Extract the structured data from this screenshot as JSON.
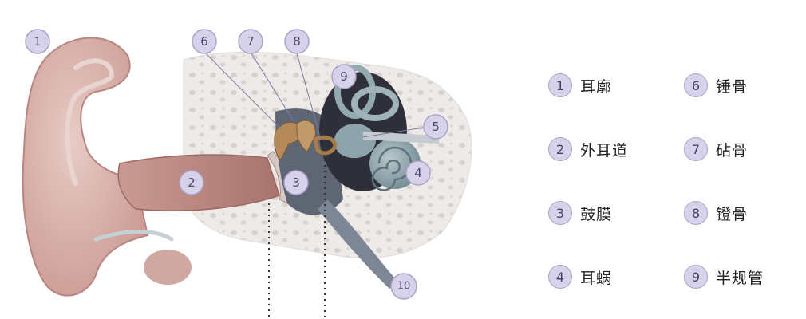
{
  "diagram": {
    "markers": [
      {
        "num": "1"
      },
      {
        "num": "2"
      },
      {
        "num": "3"
      },
      {
        "num": "4"
      },
      {
        "num": "5"
      },
      {
        "num": "6"
      },
      {
        "num": "7"
      },
      {
        "num": "8"
      },
      {
        "num": "9"
      },
      {
        "num": "10"
      }
    ]
  },
  "legend": {
    "items": [
      {
        "num": "1",
        "label": "耳廓"
      },
      {
        "num": "2",
        "label": "外耳道"
      },
      {
        "num": "3",
        "label": "鼓膜"
      },
      {
        "num": "4",
        "label": "耳蜗"
      },
      {
        "num": "6",
        "label": "锤骨"
      },
      {
        "num": "7",
        "label": "砧骨"
      },
      {
        "num": "8",
        "label": "镫骨"
      },
      {
        "num": "9",
        "label": "半规管"
      }
    ]
  },
  "colors": {
    "badge_fill": "#d7d2e9",
    "badge_stroke": "#aaa3c9",
    "skin": "#d9b2ac",
    "canal": "#b88680",
    "bone": "#eeeae8",
    "cochlea": "#8ea4ac",
    "ossicles": "#b58a58"
  }
}
